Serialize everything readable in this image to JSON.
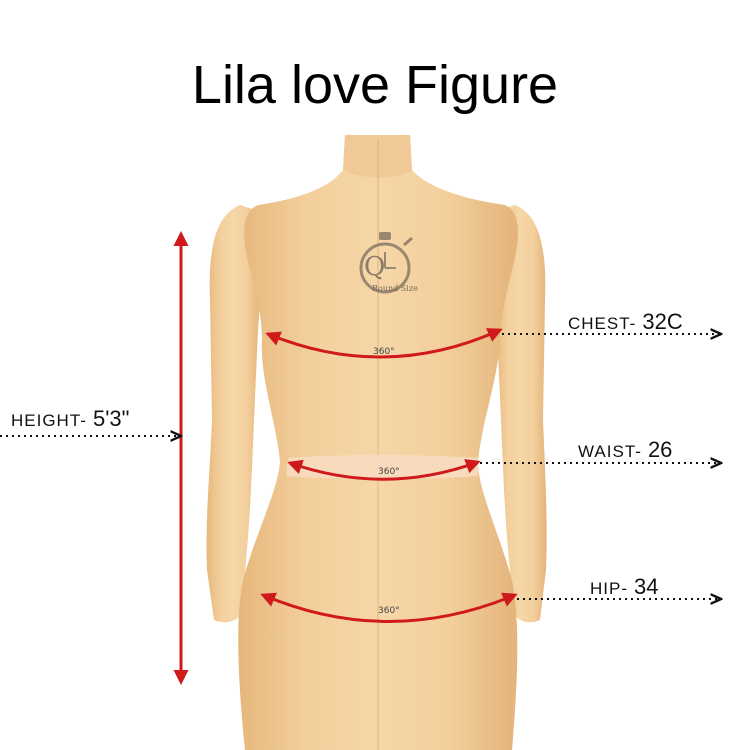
{
  "title": "Lila love Figure",
  "measurements": {
    "height": {
      "key": "HEIGHT-",
      "value": "5'3\""
    },
    "chest": {
      "key": "CHEST-",
      "value": "32C"
    },
    "waist": {
      "key": "WAIST-",
      "value": "26"
    },
    "hip": {
      "key": "HIP-",
      "value": "34"
    }
  },
  "degree_labels": {
    "chest": "360°",
    "waist": "360°",
    "hip": "360°"
  },
  "logo": {
    "monogram": "Q",
    "text": "Round Size"
  },
  "colors": {
    "mannequin": "#f0cc98",
    "mannequin_shadow": "#e2b67e",
    "arrow": "#d0191b",
    "leader": "#111111",
    "logo": "#8a7a66"
  },
  "icons": {
    "logo": "stopwatch-logo-icon"
  }
}
